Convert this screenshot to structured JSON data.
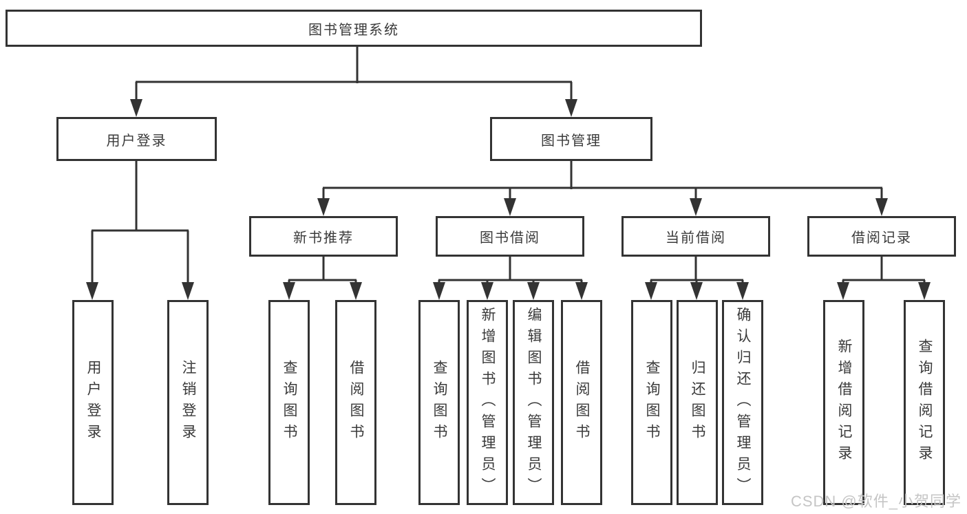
{
  "colors": {
    "line": "#333333",
    "box_border": "#333333",
    "text": "#3a3a3a",
    "watermark": "#c5c5c5"
  },
  "tree": {
    "label": "图书管理系统",
    "children": [
      {
        "label": "用户登录",
        "children": [
          {
            "label": "用户登录"
          },
          {
            "label": "注销登录"
          }
        ]
      },
      {
        "label": "图书管理",
        "children": [
          {
            "label": "新书推荐",
            "children": [
              {
                "label": "查询图书"
              },
              {
                "label": "借阅图书"
              }
            ]
          },
          {
            "label": "图书借阅",
            "children": [
              {
                "label": "查询图书"
              },
              {
                "label": "新增图书（管理员）"
              },
              {
                "label": "编辑图书（管理员）"
              },
              {
                "label": "借阅图书"
              }
            ]
          },
          {
            "label": "当前借阅",
            "children": [
              {
                "label": "查询图书"
              },
              {
                "label": "归还图书"
              },
              {
                "label": "确认归还（管理员）"
              }
            ]
          },
          {
            "label": "借阅记录",
            "children": [
              {
                "label": "新增借阅记录"
              },
              {
                "label": "查询借阅记录"
              }
            ]
          }
        ]
      }
    ]
  },
  "watermark": "CSDN @软件_小贺同学"
}
